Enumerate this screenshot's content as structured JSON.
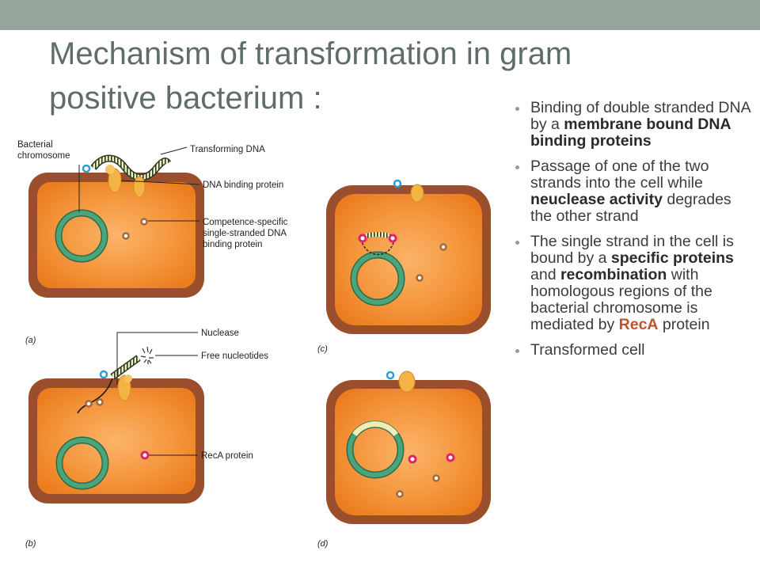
{
  "title": "Mechanism of transformation in gram positive bacterium :",
  "labels": {
    "bacterial_chromosome": [
      "Bacterial",
      "chromosome"
    ],
    "transforming_dna": "Transforming DNA",
    "dna_binding_protein": "DNA binding protein",
    "competence_protein": [
      "Competence-specific",
      "single-stranded DNA",
      "binding protein"
    ],
    "nuclease": "Nuclease",
    "free_nucleotides": "Free nucleotides",
    "reca_protein": "RecA protein"
  },
  "panels": {
    "a": "(a)",
    "b": "(b)",
    "c": "(c)",
    "d": "(d)"
  },
  "bullets": [
    {
      "id": "b1",
      "parts": [
        {
          "text": "Binding of double stranded DNA by a ",
          "style": "normal"
        },
        {
          "text": "membrane bound DNA binding proteins",
          "style": "bold"
        }
      ]
    },
    {
      "id": "b2",
      "parts": [
        {
          "text": "Passage of one of the two strands into the cell while ",
          "style": "normal"
        },
        {
          "text": "neuclease activity",
          "style": "bold"
        },
        {
          "text": " degrades the other strand",
          "style": "normal"
        }
      ]
    },
    {
      "id": "b3",
      "parts": [
        {
          "text": "The single strand in the cell is bound by a ",
          "style": "normal"
        },
        {
          "text": "specific proteins",
          "style": "bold"
        },
        {
          "text": " and ",
          "style": "normal"
        },
        {
          "text": "recombination",
          "style": "bold"
        },
        {
          "text": " with homologous regions of the bacterial chromosome is mediated by ",
          "style": "normal"
        },
        {
          "text": "RecA",
          "style": "accent"
        },
        {
          "text": " protein",
          "style": "normal"
        }
      ]
    },
    {
      "id": "b4",
      "parts": [
        {
          "text": "Transformed cell",
          "style": "normal"
        }
      ]
    }
  ],
  "colors": {
    "header_bar": "#96a59c",
    "title": "#5e6e66",
    "cell_wall": "#9a4e2c",
    "cell_fill": "#f08a2e",
    "chromosome": "#3f9c72",
    "protein": "#f3b345",
    "reca": "#e0246a",
    "accent_text": "#c0532c"
  }
}
